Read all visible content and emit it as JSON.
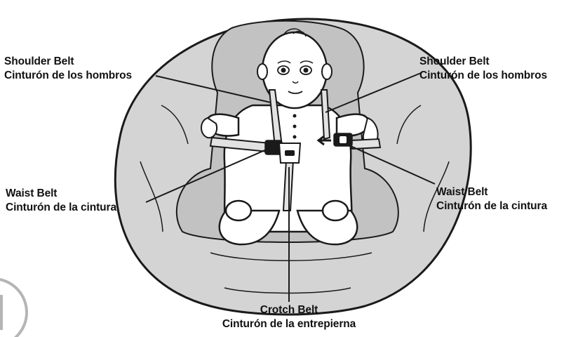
{
  "labels": {
    "shoulder_left": {
      "en": "Shoulder Belt",
      "es": "Cinturón de los hombros"
    },
    "shoulder_right": {
      "en": "Shoulder Belt",
      "es": "Cinturón de los hombros"
    },
    "waist_left": {
      "en": "Waist Belt",
      "es": "Cinturón de la cintura"
    },
    "waist_right": {
      "en": "Waist Belt",
      "es": "Cinturón de la cintura"
    },
    "crotch": {
      "en": "Crotch Belt",
      "es": "Cinturón de la entrepierna"
    }
  },
  "colors": {
    "ink": "#111111",
    "seat_shell": "#d4d4d4",
    "seat_inner": "#c2c2c2",
    "outline": "#1a1a1a",
    "baby_fill": "#ffffff",
    "belt_fill": "#e2e2e2",
    "step_circle": "#b5b5b5"
  }
}
